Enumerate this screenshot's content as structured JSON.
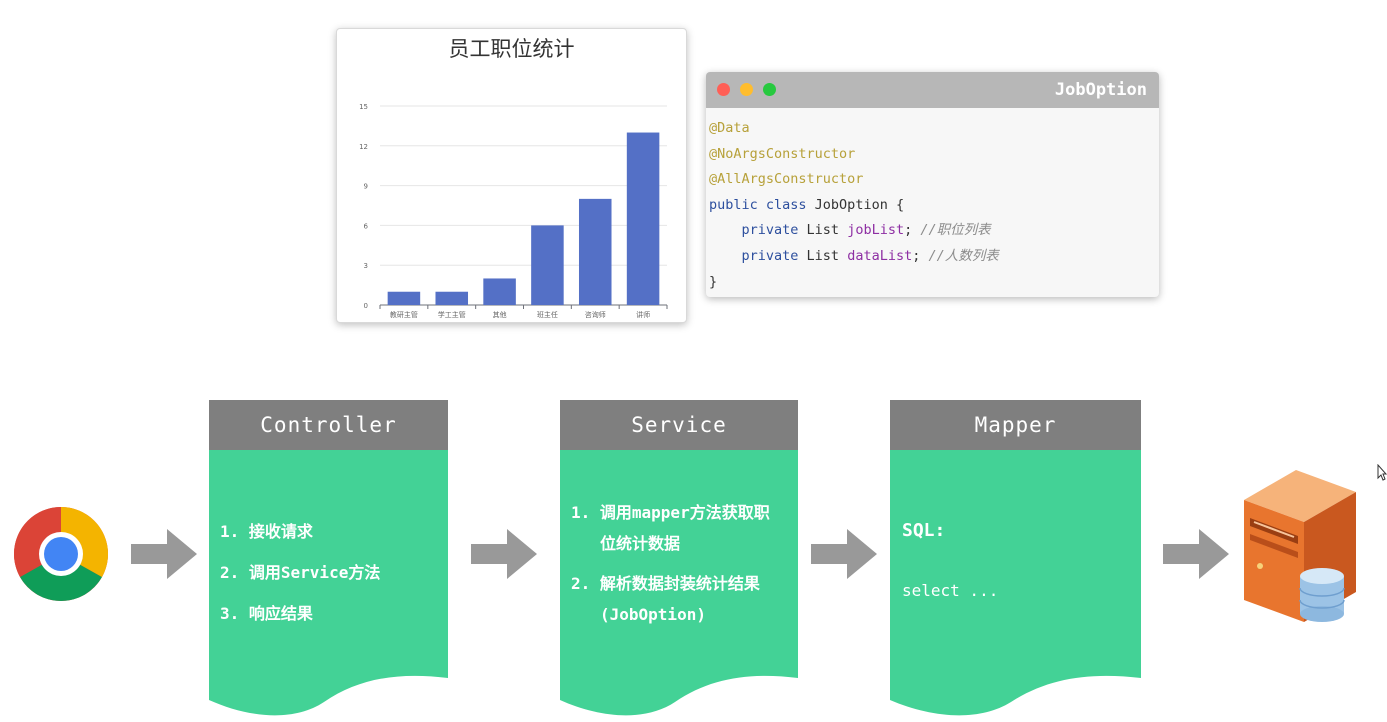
{
  "chart": {
    "title": "员工职位统计"
  },
  "chart_data": {
    "type": "bar",
    "title": "员工职位统计",
    "categories": [
      "教研主管",
      "学工主管",
      "其他",
      "班主任",
      "咨询师",
      "讲师"
    ],
    "values": [
      1,
      1,
      2,
      6,
      8,
      13
    ],
    "yticks": [
      0,
      3,
      6,
      9,
      12,
      15
    ],
    "ylim": [
      0,
      15
    ],
    "grid": true,
    "color": "#5470c6"
  },
  "code_window": {
    "title": "JobOption",
    "lines": {
      "l1": "@Data",
      "l2": "@NoArgsConstructor",
      "l3": "@AllArgsConstructor",
      "l4_kw": "public class",
      "l4_rest": " JobOption {",
      "l5_kw": "private",
      "l5_type": " List ",
      "l5_field": "jobList",
      "l5_semi": "; ",
      "l5_cmt": "//职位列表",
      "l6_kw": "private",
      "l6_type": " List ",
      "l6_field": "dataList",
      "l6_semi": "; ",
      "l6_cmt": "//人数列表",
      "l7": "}"
    }
  },
  "flow": {
    "controller": {
      "title": "Controller",
      "items": [
        "1. 接收请求",
        "2. 调用Service方法",
        "3. 响应结果"
      ]
    },
    "service": {
      "title": "Service",
      "items": [
        "1. 调用mapper方法获取职",
        "位统计数据",
        "2. 解析数据封装统计结果",
        "(JobOption)"
      ]
    },
    "mapper": {
      "title": "Mapper",
      "sql_label": "SQL:",
      "sql": "select ..."
    }
  },
  "colors": {
    "panel_green": "#43d296",
    "panel_head": "#7f7f7f",
    "arrow_gray": "#999999",
    "bar_blue": "#5470c6"
  },
  "icons": {
    "browser": "chrome-icon",
    "database": "server-database-icon",
    "cursor": "mouse-cursor-icon"
  }
}
